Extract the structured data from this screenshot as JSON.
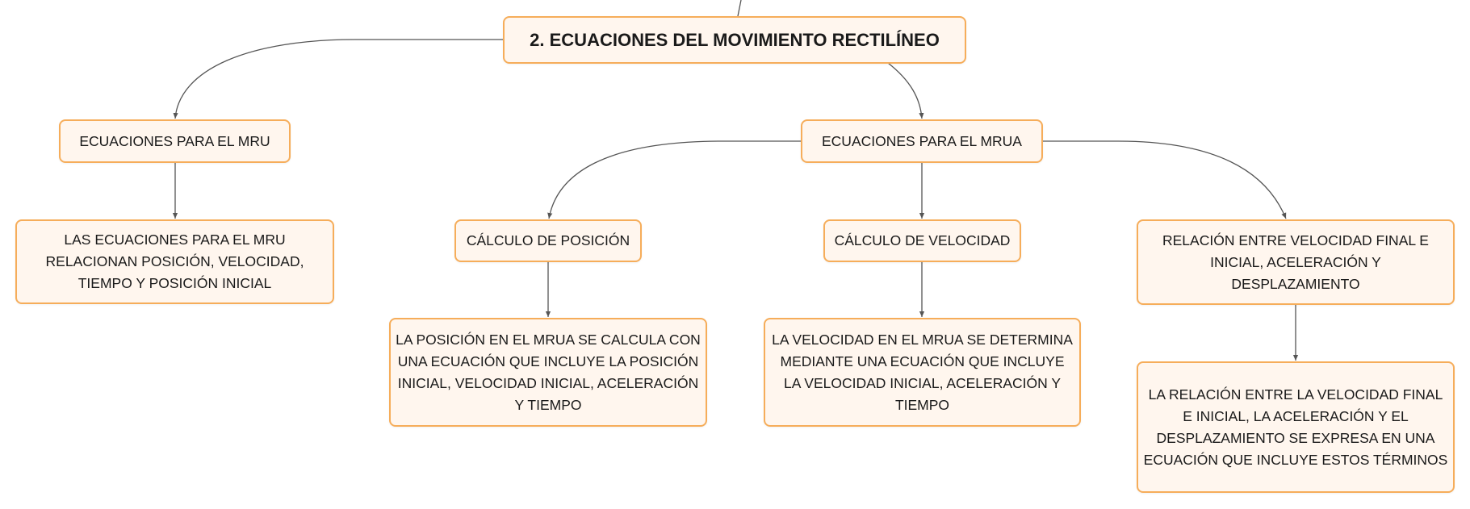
{
  "colors": {
    "node_fill": "#fff6ee",
    "node_border": "#f6ad5a",
    "connector": "#555555",
    "text": "#1a1a1a"
  },
  "nodes": {
    "root": "2. ECUACIONES DEL MOVIMIENTO RECTILÍNEO",
    "mru": "ECUACIONES PARA EL MRU",
    "mrua": "ECUACIONES PARA EL MRUA",
    "mru_desc": "LAS ECUACIONES PARA EL MRU RELACIONAN POSICIÓN, VELOCIDAD, TIEMPO Y POSICIÓN INICIAL",
    "calc_posicion": "CÁLCULO DE POSICIÓN",
    "calc_velocidad": "CÁLCULO DE VELOCIDAD",
    "relacion": "RELACIÓN ENTRE VELOCIDAD FINAL E INICIAL, ACELERACIÓN Y DESPLAZAMIENTO",
    "posicion_desc": "LA POSICIÓN EN EL MRUA SE CALCULA CON UNA ECUACIÓN QUE INCLUYE LA POSICIÓN INICIAL, VELOCIDAD INICIAL, ACELERACIÓN Y TIEMPO",
    "velocidad_desc": "LA VELOCIDAD EN EL MRUA SE DETERMINA MEDIANTE UNA ECUACIÓN QUE INCLUYE LA VELOCIDAD INICIAL, ACELERACIÓN Y TIEMPO",
    "relacion_desc": "LA RELACIÓN ENTRE LA VELOCIDAD FINAL E INICIAL, LA ACELERACIÓN Y EL DESPLAZAMIENTO SE EXPRESA EN UNA ECUACIÓN QUE INCLUYE ESTOS TÉRMINOS"
  }
}
